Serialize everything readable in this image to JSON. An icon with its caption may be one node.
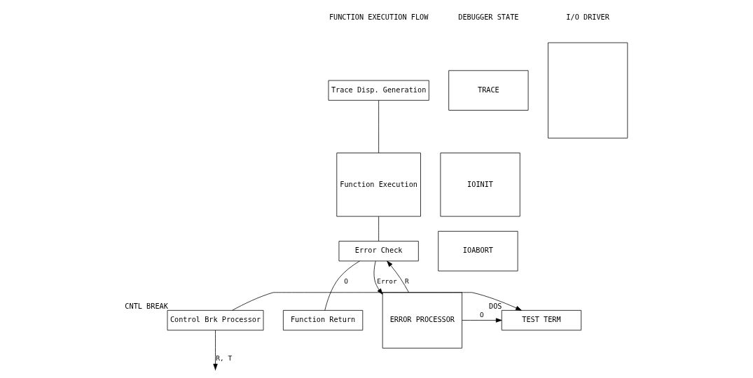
{
  "diagram": {
    "nodes": [
      {
        "text": [
          "Trace Disp. Generation"
        ]
      },
      {
        "text": [
          "Function Execution"
        ]
      },
      {
        "text": [
          "Error Check"
        ]
      },
      {
        "text": [
          "Function Return"
        ]
      },
      {
        "text": [
          "TRACE"
        ]
      },
      {
        "text": [
          "IOINIT"
        ]
      },
      {
        "text": [
          "IOABORT"
        ]
      },
      {
        "text": [
          "ERROR PROCESSOR"
        ]
      },
      {
        "text": [
          "TEST TERM"
        ],
        "beside": [
          "DOS"
        ]
      },
      {
        "text": [
          "Control Brk Processor"
        ],
        "beside": [
          "CNTL BREAK"
        ]
      },
      {
        "text": [],
        "shape": "box"
      }
    ],
    "edges": [
      {
        "from": 0,
        "to": 1,
        "arrow": "none"
      },
      {
        "from": 1,
        "to": 2,
        "arrow": "none"
      },
      {
        "from": 2,
        "to": 3,
        "arrow": "none"
      },
      {
        "from": 2,
        "to": 7,
        "arrow": "to",
        "label": "Error"
      },
      {
        "from": 7,
        "to": 2,
        "arrow": "to",
        "label": "R"
      },
      {
        "from": 7,
        "to": 8,
        "arrow": "to",
        "label": "O"
      },
      {
        "from": 9,
        "to": 8,
        "arrow": "to",
        "label": "O"
      },
      {
        "from": 9,
        "to": null,
        "arrow": "to",
        "label": "R, T"
      }
    ],
    "labels": [
      "FUNCTION EXECUTION FLOW",
      "DEBUGGER STATE",
      "I/O DRIVER"
    ]
  }
}
